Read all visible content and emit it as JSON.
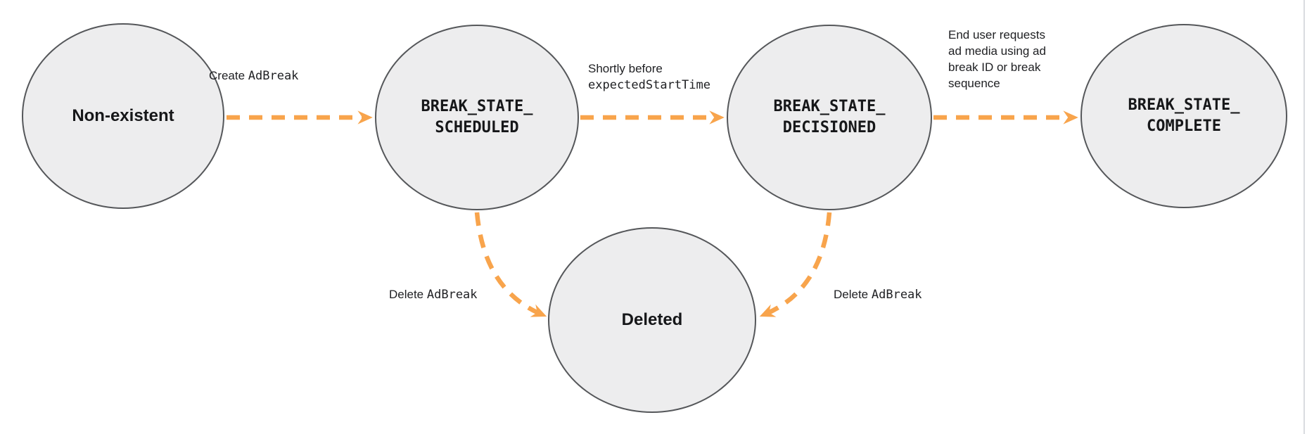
{
  "diagram": {
    "states": [
      {
        "id": "non-existent",
        "label": "Non-existent",
        "style": "plain"
      },
      {
        "id": "break-state-scheduled",
        "label": "BREAK_STATE_\nSCHEDULED",
        "style": "code"
      },
      {
        "id": "break-state-decisioned",
        "label": "BREAK_STATE_\nDECISIONED",
        "style": "code"
      },
      {
        "id": "break-state-complete",
        "label": "BREAK_STATE_\nCOMPLETE",
        "style": "code"
      },
      {
        "id": "deleted",
        "label": "Deleted",
        "style": "plain"
      }
    ],
    "transitions": [
      {
        "from": "non-existent",
        "to": "break-state-scheduled",
        "label_text": "Create",
        "label_code": "AdBreak"
      },
      {
        "from": "break-state-scheduled",
        "to": "break-state-decisioned",
        "label_text": "Shortly before",
        "label_code": "expectedStartTime"
      },
      {
        "from": "break-state-decisioned",
        "to": "break-state-complete",
        "label_text": "End user requests\nad media using ad\nbreak ID or break\nsequence",
        "label_code": ""
      },
      {
        "from": "break-state-scheduled",
        "to": "deleted",
        "label_text": "Delete",
        "label_code": "AdBreak"
      },
      {
        "from": "break-state-decisioned",
        "to": "deleted",
        "label_text": "Delete",
        "label_code": "AdBreak"
      }
    ],
    "colors": {
      "arrow": "#F8A44C",
      "circle_fill": "#EDEDEE",
      "circle_stroke": "#55575A",
      "text": "#1F2124"
    }
  }
}
